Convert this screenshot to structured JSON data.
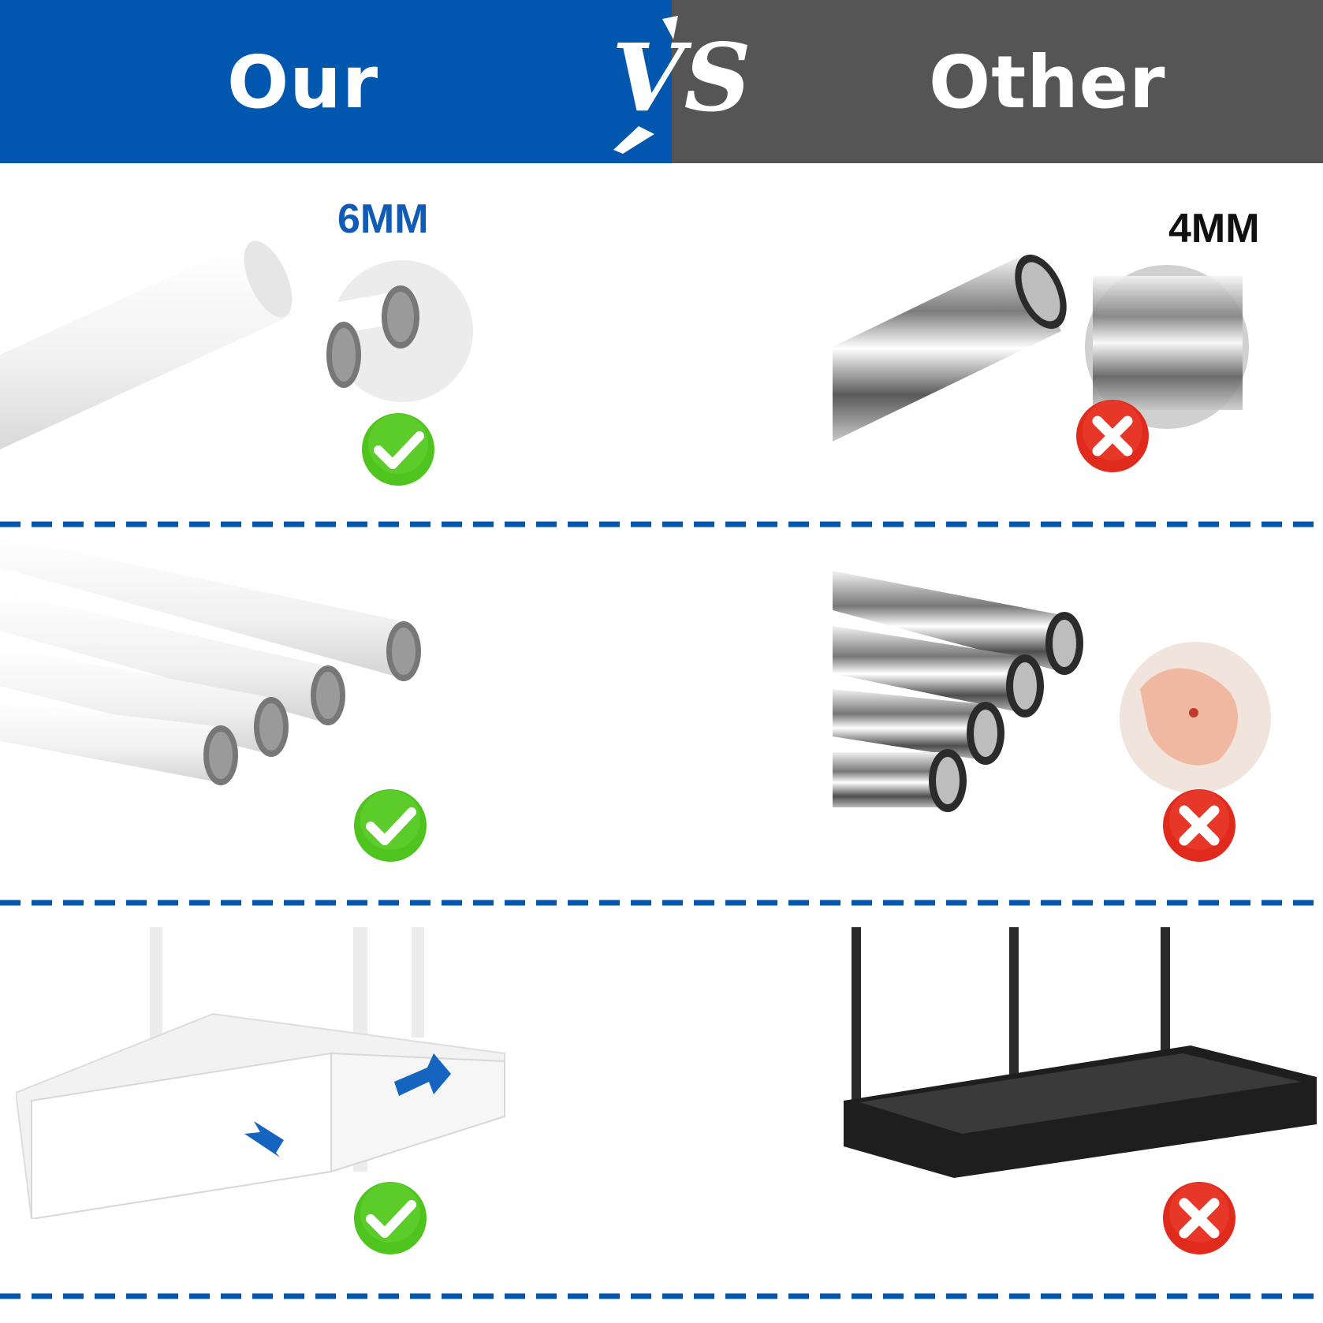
{
  "header": {
    "left_label": "Our",
    "vs_label": "VS",
    "right_label": "Other",
    "left_color": "#0057ad",
    "right_color": "#555555"
  },
  "rows": [
    {
      "our_label": "6MM",
      "other_label": "4MM",
      "our_status": "check-icon",
      "other_status": "cross-icon"
    },
    {
      "our_status": "check-icon",
      "other_status": "cross-icon"
    },
    {
      "our_status": "check-icon",
      "other_status": "cross-icon"
    }
  ],
  "colors": {
    "divider": "#0057ad",
    "our_label": "#0f5bb5",
    "other_label": "#111111",
    "check": "#4fc41e",
    "cross": "#e02a1c"
  }
}
